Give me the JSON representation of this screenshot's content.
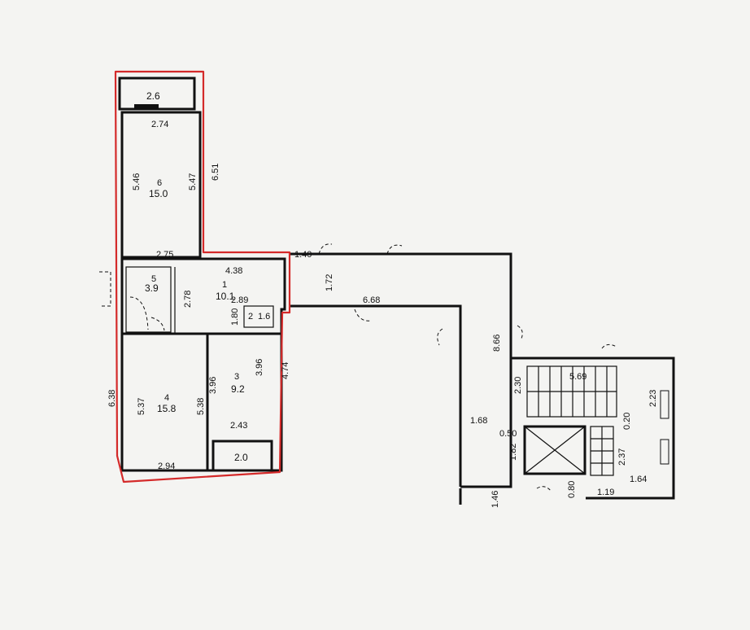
{
  "colors": {
    "highlight": "#d42a2a",
    "walls": "#111111",
    "paper": "#f4f4f2"
  },
  "rooms": {
    "balcony_top": {
      "area": "2.6",
      "dim_bottom": "2.74"
    },
    "room6": {
      "number": "6",
      "area": "15.0",
      "dim_left": "5.46",
      "dim_right": "5.47",
      "dim_outer": "6.51",
      "dim_bottom": "2.75"
    },
    "bath5": {
      "number": "5",
      "area": "3.9",
      "dim_side": "2.78"
    },
    "hall1": {
      "number": "1",
      "area": "10.1",
      "dim_top": "4.38",
      "dim_bottom": "2.89"
    },
    "wc2": {
      "number": "2",
      "area": "1.6",
      "dim_side": "1.80"
    },
    "room4": {
      "number": "4",
      "area": "15.8",
      "dim_left": "5.37",
      "dim_right": "5.38",
      "dim_outer": "6.38",
      "dim_bottom": "2.94"
    },
    "room3": {
      "number": "3",
      "area": "9.2",
      "dim_left": "3.96",
      "dim_right": "3.96",
      "dim_outer": "4.74",
      "dim_bottom": "2.43"
    },
    "balcony_bottom": {
      "area": "2.0"
    }
  },
  "corridor": {
    "dim_top": "1.72",
    "dim_mid": "6.68",
    "dim_side": "8.66",
    "dim_vertical": "1.68",
    "dim_small_top": "1.40",
    "dim_bottom": "1.46"
  },
  "stairs": {
    "dim_top": "5.69",
    "dim_left": "2.30",
    "dim_right": "2.23",
    "dim_mid": "0.20",
    "dim_a": "0.50",
    "dim_b": "1.82",
    "dim_c": "2.37",
    "dim_d": "1.64",
    "dim_e": "1.19",
    "dim_f": "0.80"
  }
}
